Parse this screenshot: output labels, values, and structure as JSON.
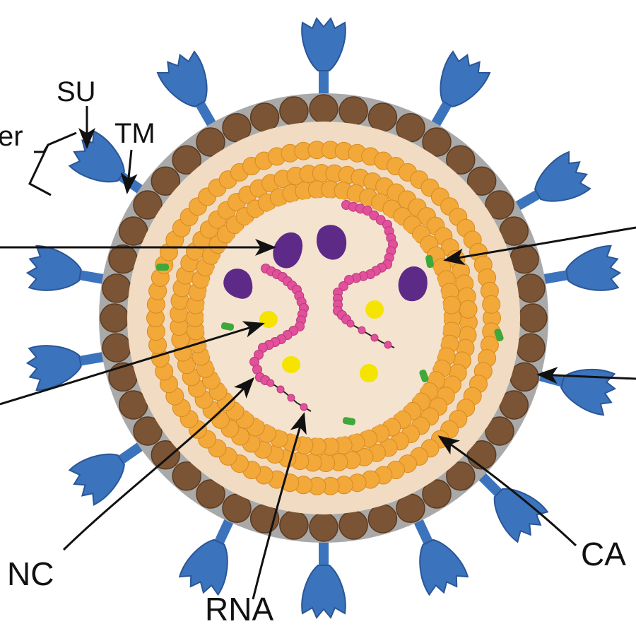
{
  "labels": {
    "su": "SU",
    "tm": "TM",
    "dimer_partial": "er",
    "nc": "NC",
    "rna": "RNA",
    "ca": "CA"
  },
  "colors": {
    "background": "#ffffff",
    "spike": "#3b73bd",
    "spike_dark": "#2a5696",
    "envelope_outline": "#9a9a9a",
    "matrix_bead": "#7a5434",
    "matrix_bead_dark": "#5a3a20",
    "interior": "#f1dcc3",
    "capsid_bead": "#f3a83a",
    "capsid_bead_dark": "#d88a1e",
    "core_interior": "#f4e3cf",
    "enzyme_purple": "#5e2a87",
    "enzyme_yellow": "#f5e300",
    "enzyme_green": "#3ea83a",
    "rna_bead": "#e24f9a",
    "arrow": "#111111"
  },
  "icons": [
    "spike-glycoprotein-icon",
    "matrix-layer-icon",
    "capsid-layer-icon",
    "rna-strand-icon",
    "enzyme-icon"
  ]
}
